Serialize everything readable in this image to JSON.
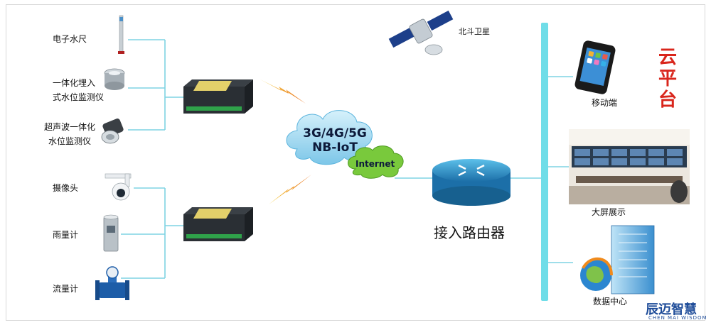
{
  "sensors": {
    "water_gauge": "电子水尺",
    "embedded_level": [
      "一体化埋入",
      "式水位监测仪"
    ],
    "ultrasonic_level": [
      "超声波一体化",
      "水位监测仪"
    ],
    "camera": "摄像头",
    "rain_gauge": "雨量计",
    "flow_meter": "流量计"
  },
  "network": {
    "cellular": [
      "3G/4G/5G",
      "NB-IoT"
    ],
    "internet": "Internet",
    "satellite": "北斗卫星"
  },
  "router": {
    "label": "接入路由器"
  },
  "endpoints": {
    "mobile": "移动端",
    "big_screen": "大屏展示",
    "data_center": "数据中心"
  },
  "cloud_platform": "云平台",
  "brand": {
    "name": "辰迈智慧",
    "sub": "CHEN MAI WISDOM"
  },
  "colors": {
    "wire": "#7fd3e3",
    "bus": "#6fdde8",
    "cloud": "#8fd0ec",
    "internet_cloud": "#79c93c",
    "router": "#2b8ec5",
    "accent_red": "#d9261c",
    "brand_blue": "#1e4c99"
  }
}
